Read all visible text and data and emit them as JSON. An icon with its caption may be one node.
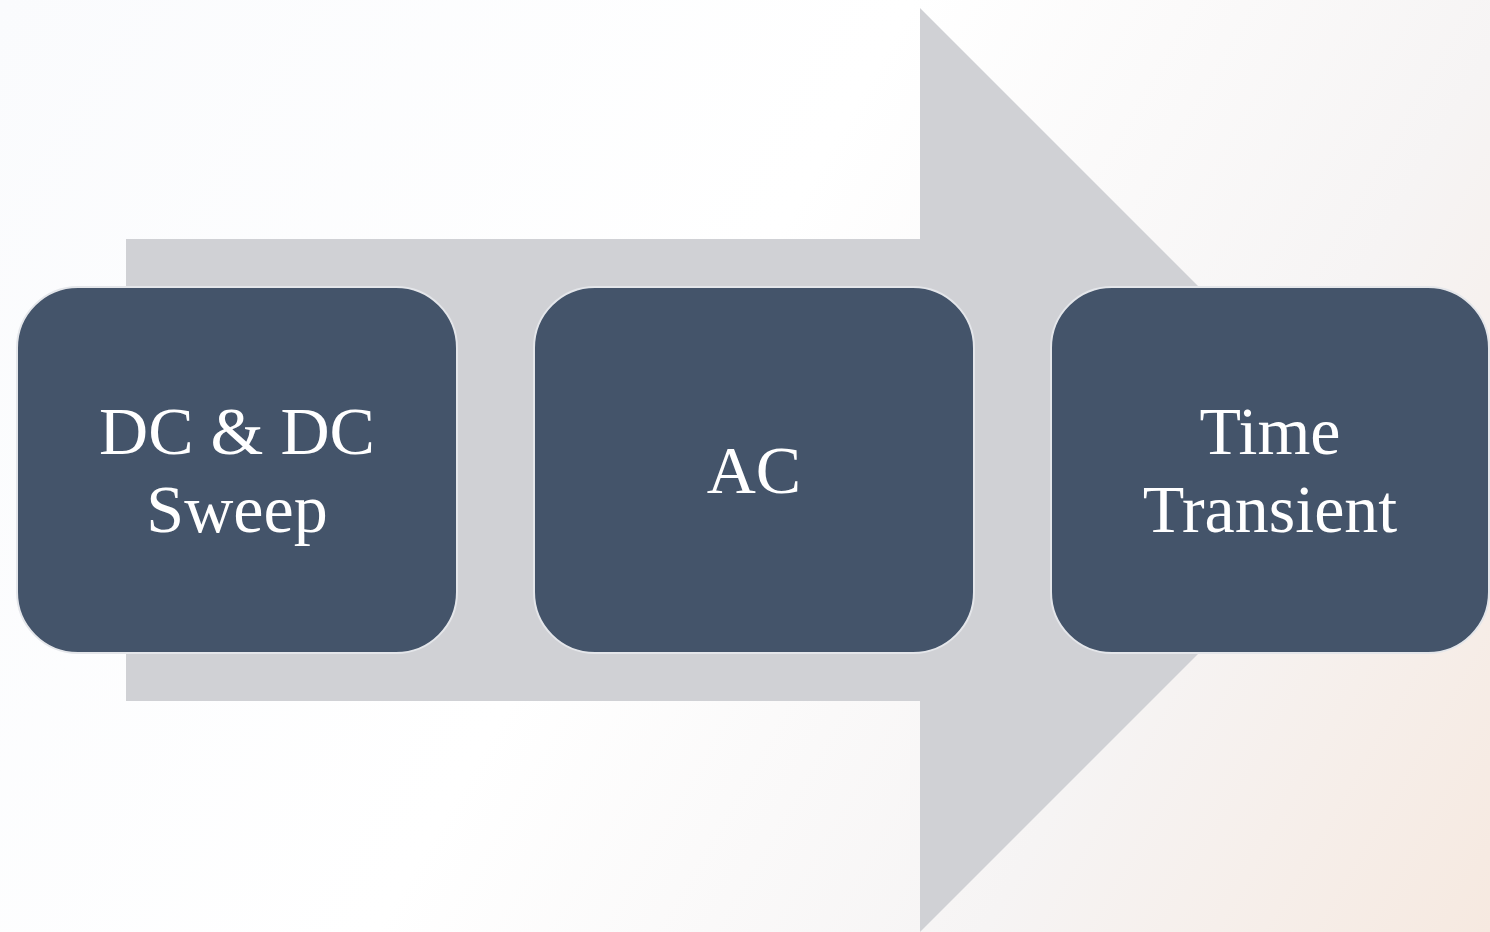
{
  "diagram": {
    "nodes": [
      {
        "text": [
          "DC & DC Sweep"
        ]
      },
      {
        "text": [
          "AC"
        ]
      },
      {
        "text": [
          "Time Transient"
        ]
      }
    ],
    "edges": [
      {
        "from": 0,
        "to": 2,
        "arrow": "to"
      }
    ]
  }
}
